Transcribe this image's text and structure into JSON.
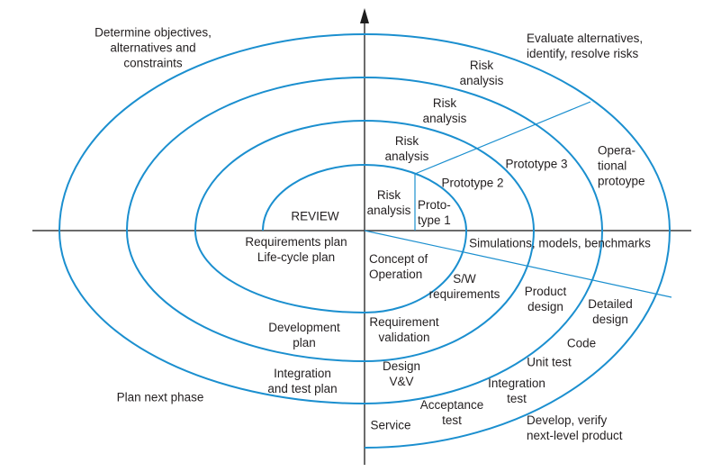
{
  "diagram": {
    "title": "Spiral model of the software process",
    "colors": {
      "spiral": "#1b8fcf",
      "axis": "#3a3a3a",
      "text": "#231f20"
    },
    "quadrants": {
      "top_left": "Determine objectives,\nalternatives and\nconstraints",
      "top_right": "Evaluate alternatives,\nidentify, resolve risks",
      "bottom_left": "Plan next phase",
      "bottom_right": "Develop, verify\nnext-level product"
    },
    "risk_analysis": [
      "Risk\nanalysis",
      "Risk\nanalysis",
      "Risk\nanalysis",
      "Risk\nanalysis"
    ],
    "prototypes": [
      "Proto-\ntype 1",
      "Prototype 2",
      "Prototype 3",
      "Opera-\ntional\nprotoype"
    ],
    "review": "REVIEW",
    "plans": [
      "Requirements plan\nLife-cycle plan",
      "Development\nplan",
      "Integration\nand test plan"
    ],
    "simulations": "Simulations, models, benchmarks",
    "development_steps": [
      "Concept of\nOperation",
      "S/W\nrequirements",
      "Product\ndesign",
      "Detailed\ndesign",
      "Code",
      "Unit test",
      "Integration\ntest",
      "Acceptance\ntest",
      "Service"
    ],
    "validation": [
      "Requirement\nvalidation",
      "Design\nV&V"
    ]
  }
}
